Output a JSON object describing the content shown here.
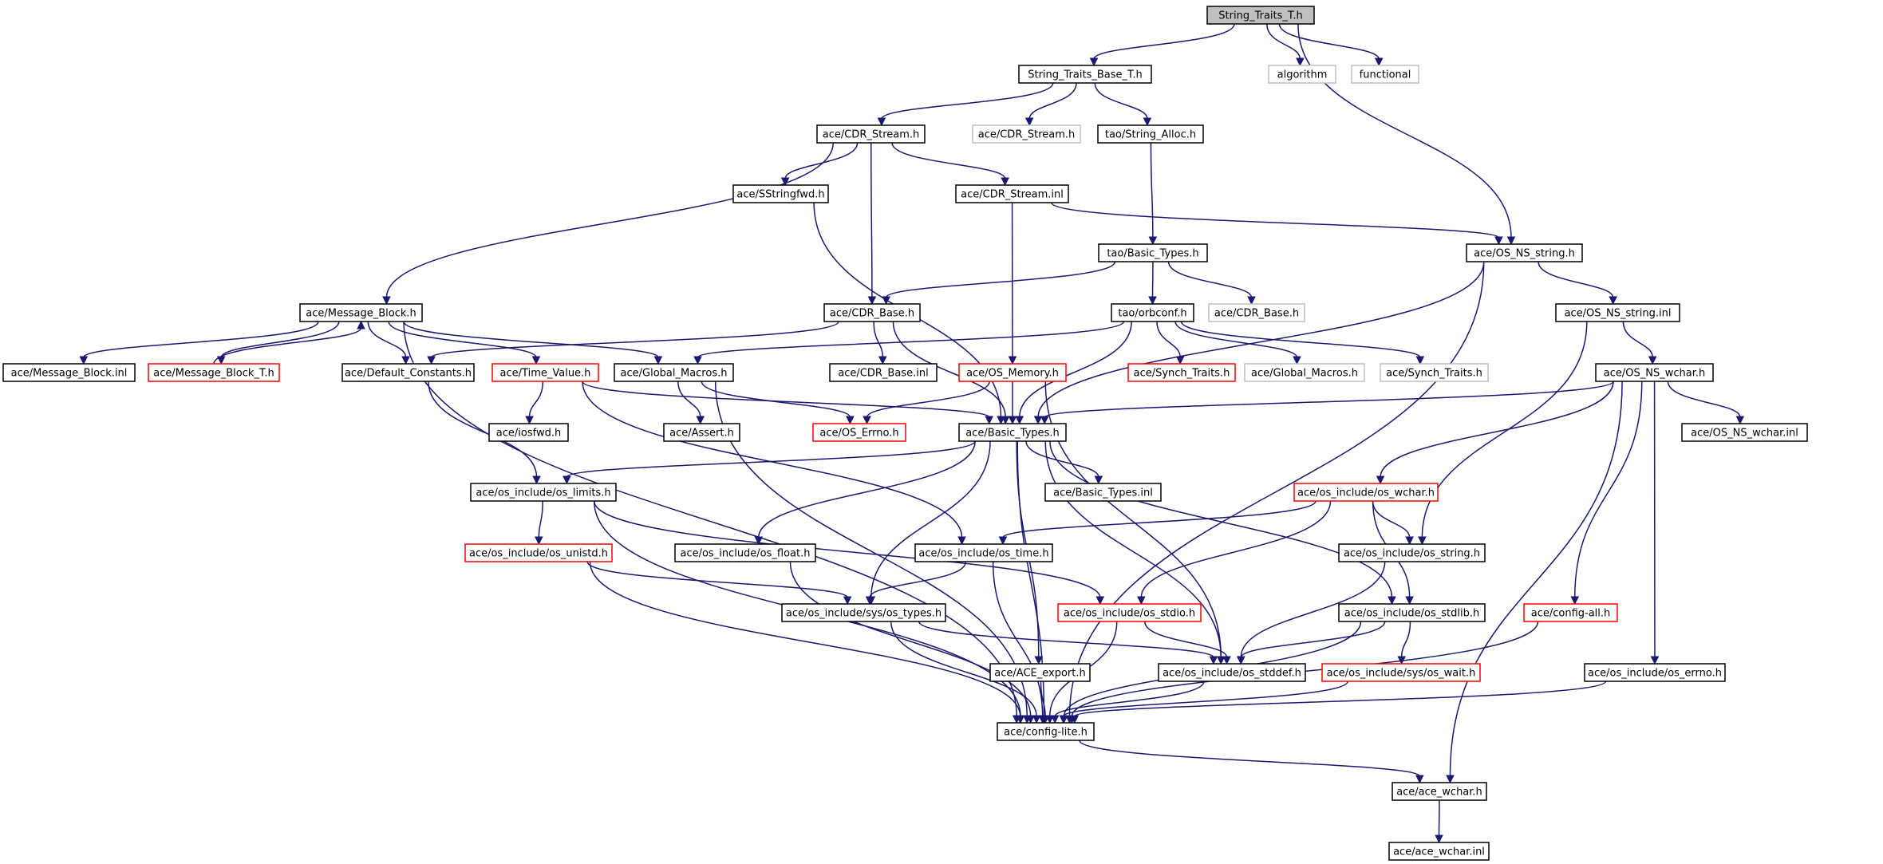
{
  "nodes": {
    "root": {
      "label": "String_Traits_T.h",
      "style": "root"
    },
    "stb": {
      "label": "String_Traits_Base_T.h",
      "style": "normal"
    },
    "algorithm": {
      "label": "algorithm",
      "style": "gray"
    },
    "functional": {
      "label": "functional",
      "style": "gray"
    },
    "cdrs": {
      "label": "ace/CDR_Stream.h",
      "style": "normal"
    },
    "cdrs_g": {
      "label": "ace/CDR_Stream.h",
      "style": "gray"
    },
    "stralloc": {
      "label": "tao/String_Alloc.h",
      "style": "normal"
    },
    "ssfwd": {
      "label": "ace/SStringfwd.h",
      "style": "normal"
    },
    "cdrsinl": {
      "label": "ace/CDR_Stream.inl",
      "style": "normal"
    },
    "taobt": {
      "label": "tao/Basic_Types.h",
      "style": "normal"
    },
    "osstr": {
      "label": "ace/OS_NS_string.h",
      "style": "normal"
    },
    "mb": {
      "label": "ace/Message_Block.h",
      "style": "normal"
    },
    "cdrb": {
      "label": "ace/CDR_Base.h",
      "style": "normal"
    },
    "orbconf": {
      "label": "tao/orbconf.h",
      "style": "normal"
    },
    "cdrb_g": {
      "label": "ace/CDR_Base.h",
      "style": "gray"
    },
    "osstrinl": {
      "label": "ace/OS_NS_string.inl",
      "style": "normal"
    },
    "mbinl": {
      "label": "ace/Message_Block.inl",
      "style": "normal"
    },
    "mbt": {
      "label": "ace/Message_Block_T.h",
      "style": "red"
    },
    "defc": {
      "label": "ace/Default_Constants.h",
      "style": "normal"
    },
    "tv": {
      "label": "ace/Time_Value.h",
      "style": "red"
    },
    "gm": {
      "label": "ace/Global_Macros.h",
      "style": "normal"
    },
    "cdrbinl": {
      "label": "ace/CDR_Base.inl",
      "style": "normal"
    },
    "osmem": {
      "label": "ace/OS_Memory.h",
      "style": "red"
    },
    "synch_r": {
      "label": "ace/Synch_Traits.h",
      "style": "red"
    },
    "gm_g": {
      "label": "ace/Global_Macros.h",
      "style": "gray"
    },
    "synch_g": {
      "label": "ace/Synch_Traits.h",
      "style": "gray"
    },
    "oswchar": {
      "label": "ace/OS_NS_wchar.h",
      "style": "normal"
    },
    "iosfwd": {
      "label": "ace/iosfwd.h",
      "style": "normal"
    },
    "assert": {
      "label": "ace/Assert.h",
      "style": "normal"
    },
    "oserrno": {
      "label": "ace/OS_Errno.h",
      "style": "red"
    },
    "abt": {
      "label": "ace/Basic_Types.h",
      "style": "normal"
    },
    "oswcharinl": {
      "label": "ace/OS_NS_wchar.inl",
      "style": "normal"
    },
    "limits": {
      "label": "ace/os_include/os_limits.h",
      "style": "normal"
    },
    "abtinl": {
      "label": "ace/Basic_Types.inl",
      "style": "normal"
    },
    "oswc": {
      "label": "ace/os_include/os_wchar.h",
      "style": "red"
    },
    "unistd": {
      "label": "ace/os_include/os_unistd.h",
      "style": "red"
    },
    "float": {
      "label": "ace/os_include/os_float.h",
      "style": "normal"
    },
    "ostime": {
      "label": "ace/os_include/os_time.h",
      "style": "normal"
    },
    "osstring": {
      "label": "ace/os_include/os_string.h",
      "style": "normal"
    },
    "systypes": {
      "label": "ace/os_include/sys/os_types.h",
      "style": "normal"
    },
    "stdio": {
      "label": "ace/os_include/os_stdio.h",
      "style": "red"
    },
    "stdlib": {
      "label": "ace/os_include/os_stdlib.h",
      "style": "normal"
    },
    "configall": {
      "label": "ace/config-all.h",
      "style": "red"
    },
    "aceexport": {
      "label": "ace/ACE_export.h",
      "style": "normal"
    },
    "stddef": {
      "label": "ace/os_include/os_stddef.h",
      "style": "normal"
    },
    "syswait": {
      "label": "ace/os_include/sys/os_wait.h",
      "style": "red"
    },
    "errno": {
      "label": "ace/os_include/os_errno.h",
      "style": "normal"
    },
    "cfglite": {
      "label": "ace/config-lite.h",
      "style": "normal"
    },
    "acewchar": {
      "label": "ace/ace_wchar.h",
      "style": "normal"
    },
    "acewcharinl": {
      "label": "ace/ace_wchar.inl",
      "style": "normal"
    }
  },
  "edges": [
    [
      "root",
      "stb"
    ],
    [
      "root",
      "algorithm"
    ],
    [
      "root",
      "functional"
    ],
    [
      "root",
      "osstr"
    ],
    [
      "stb",
      "cdrs"
    ],
    [
      "stb",
      "cdrs_g"
    ],
    [
      "stb",
      "stralloc"
    ],
    [
      "cdrs",
      "ssfwd"
    ],
    [
      "cdrs",
      "cdrsinl"
    ],
    [
      "cdrs",
      "mb"
    ],
    [
      "cdrs",
      "cdrb"
    ],
    [
      "stralloc",
      "taobt"
    ],
    [
      "cdrsinl",
      "osstr"
    ],
    [
      "cdrsinl",
      "osmem"
    ],
    [
      "ssfwd",
      "abt"
    ],
    [
      "taobt",
      "cdrb"
    ],
    [
      "taobt",
      "orbconf"
    ],
    [
      "taobt",
      "cdrb_g"
    ],
    [
      "osstr",
      "osstrinl"
    ],
    [
      "osstr",
      "abt"
    ],
    [
      "osstr",
      "cfglite"
    ],
    [
      "osstrinl",
      "oswchar"
    ],
    [
      "osstrinl",
      "osstring"
    ],
    [
      "mb",
      "mbinl"
    ],
    [
      "mb",
      "mbt"
    ],
    [
      "mbt",
      "mb"
    ],
    [
      "mb",
      "defc"
    ],
    [
      "mb",
      "tv"
    ],
    [
      "mb",
      "gm"
    ],
    [
      "mb",
      "cfglite"
    ],
    [
      "cdrb",
      "defc"
    ],
    [
      "cdrb",
      "cdrbinl"
    ],
    [
      "cdrb",
      "abt"
    ],
    [
      "orbconf",
      "gm"
    ],
    [
      "orbconf",
      "synch_r"
    ],
    [
      "orbconf",
      "gm_g"
    ],
    [
      "orbconf",
      "synch_g"
    ],
    [
      "orbconf",
      "abt"
    ],
    [
      "defc",
      "limits"
    ],
    [
      "tv",
      "iosfwd"
    ],
    [
      "tv",
      "abt"
    ],
    [
      "tv",
      "ostime"
    ],
    [
      "gm",
      "assert"
    ],
    [
      "gm",
      "oserrno"
    ],
    [
      "gm",
      "cfglite"
    ],
    [
      "osmem",
      "oserrno"
    ],
    [
      "osmem",
      "abt"
    ],
    [
      "osmem",
      "stddef"
    ],
    [
      "oswchar",
      "abt"
    ],
    [
      "oswchar",
      "oswcharinl"
    ],
    [
      "oswchar",
      "oswc"
    ],
    [
      "oswchar",
      "configall"
    ],
    [
      "oswchar",
      "errno"
    ],
    [
      "oswchar",
      "acewchar"
    ],
    [
      "abt",
      "limits"
    ],
    [
      "abt",
      "abtinl"
    ],
    [
      "abt",
      "float"
    ],
    [
      "abt",
      "systypes"
    ],
    [
      "abt",
      "aceexport"
    ],
    [
      "abt",
      "stddef"
    ],
    [
      "abt",
      "stdlib"
    ],
    [
      "abt",
      "cfglite"
    ],
    [
      "limits",
      "unistd"
    ],
    [
      "limits",
      "stdio"
    ],
    [
      "limits",
      "cfglite"
    ],
    [
      "oswc",
      "ostime"
    ],
    [
      "oswc",
      "stdio"
    ],
    [
      "oswc",
      "osstring"
    ],
    [
      "oswc",
      "stdlib"
    ],
    [
      "unistd",
      "systypes"
    ],
    [
      "unistd",
      "cfglite"
    ],
    [
      "float",
      "cfglite"
    ],
    [
      "ostime",
      "systypes"
    ],
    [
      "ostime",
      "cfglite"
    ],
    [
      "systypes",
      "stddef"
    ],
    [
      "systypes",
      "cfglite"
    ],
    [
      "stdio",
      "stddef"
    ],
    [
      "stdio",
      "cfglite"
    ],
    [
      "osstring",
      "stddef"
    ],
    [
      "stdlib",
      "stddef"
    ],
    [
      "stdlib",
      "syswait"
    ],
    [
      "stdlib",
      "cfglite"
    ],
    [
      "aceexport",
      "cfglite"
    ],
    [
      "stddef",
      "cfglite"
    ],
    [
      "syswait",
      "cfglite"
    ],
    [
      "errno",
      "cfglite"
    ],
    [
      "configall",
      "cfglite"
    ],
    [
      "cfglite",
      "acewchar"
    ],
    [
      "acewchar",
      "acewcharinl"
    ]
  ]
}
